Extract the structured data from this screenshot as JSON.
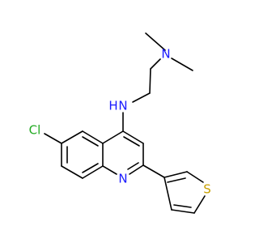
{
  "molecule": {
    "atoms": {
      "amine_n": "N",
      "quinoline_n": "N",
      "nh_n": "N",
      "nh_h": "H",
      "chlorine": "Cl",
      "sulfur": "S"
    },
    "colors": {
      "nitrogen": "#1a1aff",
      "chlorine": "#22aa22",
      "sulfur": "#c8a000",
      "bond": "#000000"
    }
  }
}
